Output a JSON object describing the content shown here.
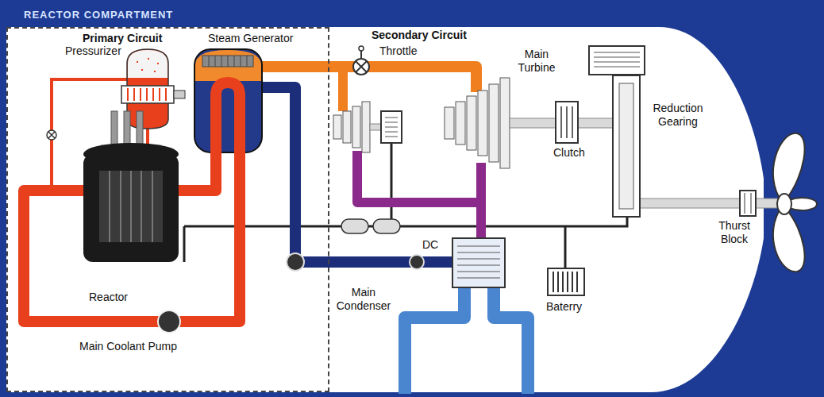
{
  "diagram": {
    "nodes": [
      {
        "text": [
          "REACTOR COMPARTMENT"
        ]
      }
    ],
    "labels": [
      "Primary Circuit",
      "Pressurizer",
      "Steam Generator",
      "Secondary Circuit",
      "Throttle",
      "Main Turbine",
      "Clutch",
      "Reduction Gearing",
      "Thurst Block",
      "DC",
      "Main Condenser",
      "Baterry",
      "Reactor",
      "Main Coolant Pump"
    ]
  }
}
